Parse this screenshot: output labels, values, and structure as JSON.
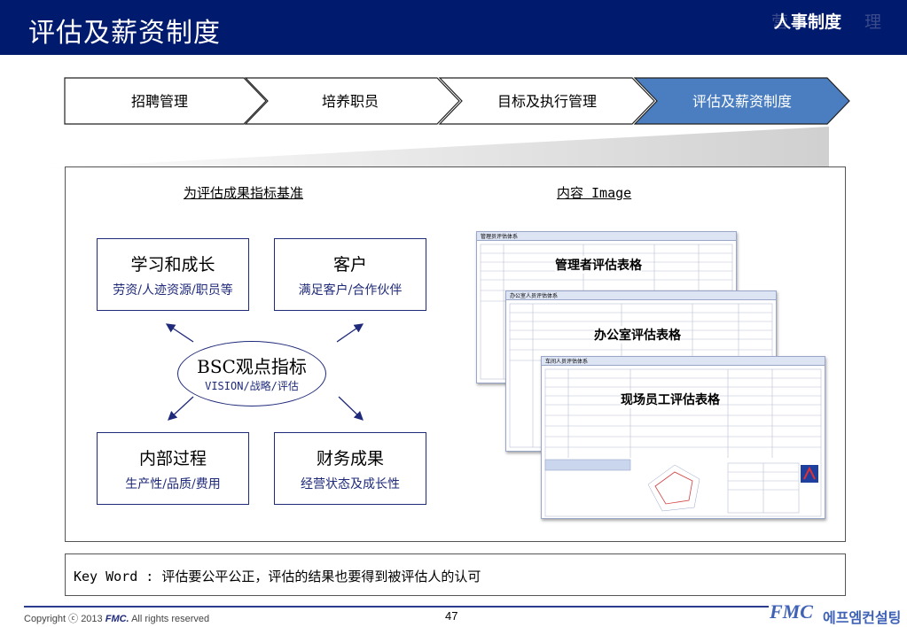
{
  "header": {
    "title": "评估及薪资制度",
    "tag": "人事制度",
    "tag_ghost_left": "营",
    "tag_ghost_right": "理"
  },
  "process": {
    "steps": [
      {
        "label": "招聘管理",
        "active": false
      },
      {
        "label": "培养职员",
        "active": false
      },
      {
        "label": "目标及执行管理",
        "active": false
      },
      {
        "label": "评估及薪资制度",
        "active": true
      }
    ],
    "active_color": "#4a7ec0"
  },
  "panel": {
    "left_title": "为评估成果指标基准",
    "right_title": "内容 Image",
    "boxes": {
      "learning": {
        "title": "学习和成长",
        "sub": "劳资/人迹资源/职员等"
      },
      "customer": {
        "title": "客户",
        "sub": "满足客户/合作伙伴"
      },
      "process": {
        "title": "内部过程",
        "sub": "生产性/品质/费用"
      },
      "finance": {
        "title": "财务成果",
        "sub": "经营状态及成长性"
      }
    },
    "center": {
      "title": "BSC观点指标",
      "sub": "VISION/战略/评估"
    },
    "forms": [
      {
        "caption": "管理者评估表格",
        "sheet_title": "管理员评估体系"
      },
      {
        "caption": "办公室评估表格",
        "sheet_title": "办公室人员评估体系"
      },
      {
        "caption": "现场员工评估表格",
        "sheet_title": "车间人员评估体系"
      }
    ]
  },
  "keyword": "Key Word : 评估要公平公正，评估的结果也要得到被评估人的认可",
  "footer": {
    "copyright_prefix": "Copyright ⓒ 2013",
    "copyright_brand": "FMC.",
    "copyright_suffix": "All rights reserved",
    "page": "47",
    "logo": "FMC",
    "logo_kr": "에프엠컨설팅"
  },
  "colors": {
    "header_bg": "#001a6e",
    "accent": "#4a7ec0",
    "border_blue": "#1f2a7a"
  }
}
